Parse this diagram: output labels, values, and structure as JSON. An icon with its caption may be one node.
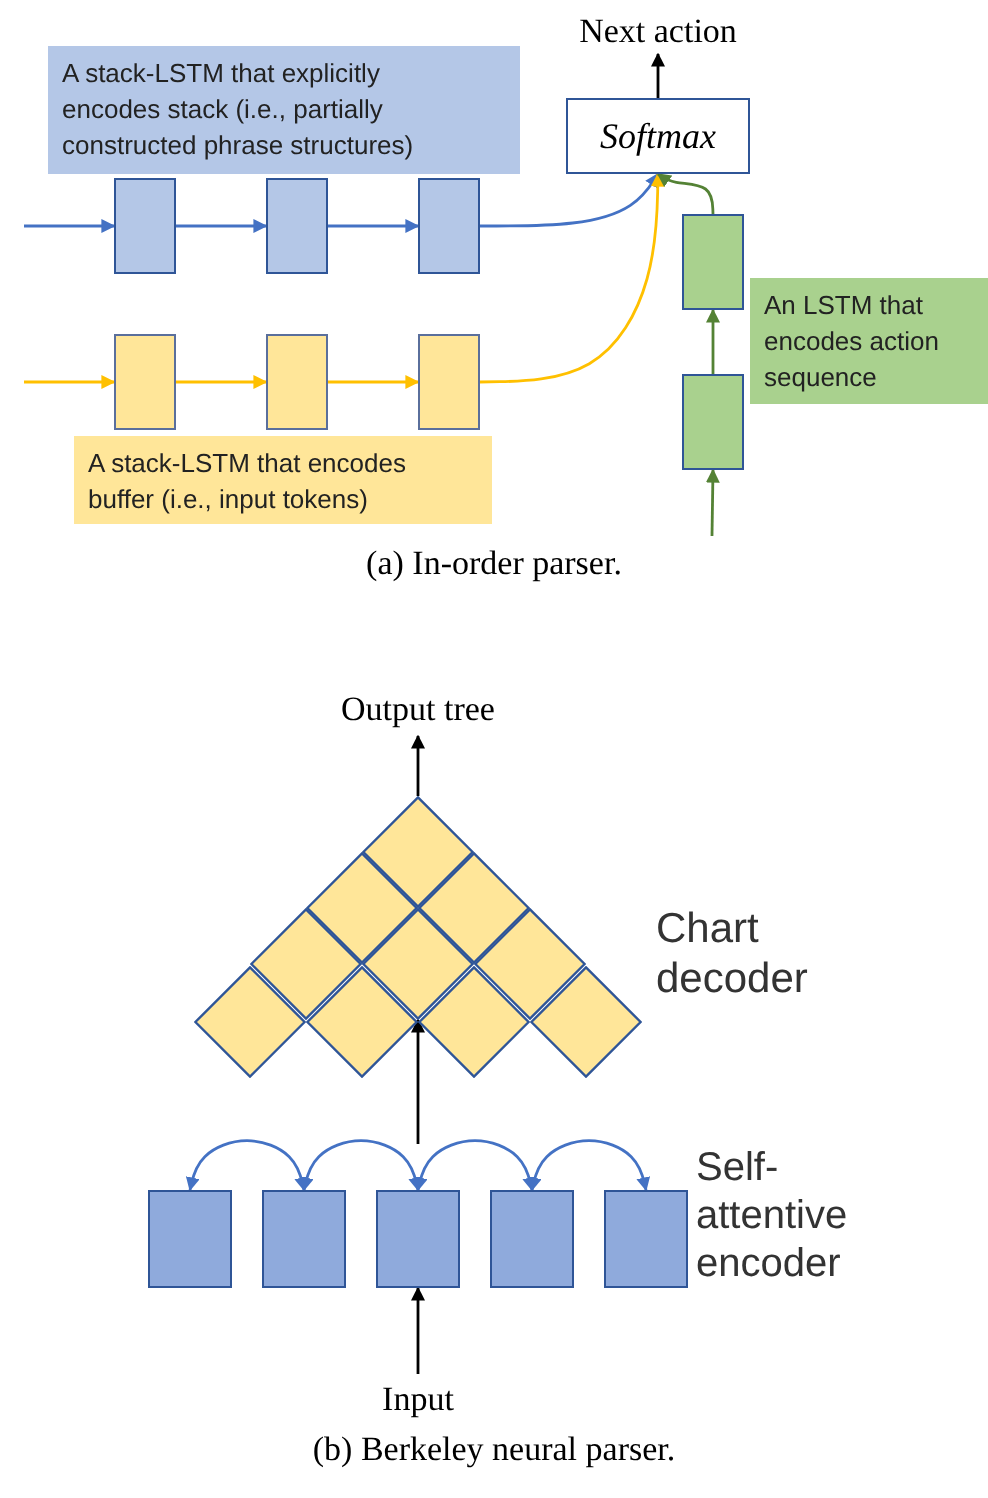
{
  "diagram": {
    "nodes": [
      {
        "text": [
          "Next action"
        ]
      },
      {
        "text": [
          "A stack-LSTM that explicitly encodes stack (i.e., partially constructed phrase structures)"
        ]
      },
      {
        "text": [
          "Softmax"
        ]
      },
      {
        "text": [],
        "shape": "box"
      },
      {
        "text": [],
        "shape": "box"
      },
      {
        "text": [],
        "shape": "box"
      },
      {
        "text": [],
        "shape": "box"
      },
      {
        "text": [
          "An LSTM that encodes action sequence"
        ]
      },
      {
        "text": [],
        "shape": "box"
      },
      {
        "text": [],
        "shape": "box"
      },
      {
        "text": [],
        "shape": "box"
      },
      {
        "text": [],
        "shape": "box"
      },
      {
        "text": [
          "A stack-LSTM that encodes buffer (i.e., input tokens)"
        ]
      },
      {
        "text": [
          "Output tree"
        ]
      },
      {
        "text": [],
        "shape": "diamond"
      },
      {
        "text": [],
        "shape": "diamond"
      },
      {
        "text": [],
        "shape": "diamond"
      },
      {
        "text": [],
        "shape": "diamond"
      },
      {
        "text": [],
        "shape": "diamond"
      },
      {
        "text": [],
        "shape": "diamond"
      },
      {
        "text": [],
        "shape": "diamond"
      },
      {
        "text": [],
        "shape": "diamond"
      },
      {
        "text": [],
        "shape": "diamond"
      },
      {
        "text": [],
        "shape": "diamond"
      },
      {
        "text": [],
        "shape": "box"
      },
      {
        "text": [],
        "shape": "box"
      },
      {
        "text": [],
        "shape": "box"
      },
      {
        "text": [],
        "shape": "box"
      },
      {
        "text": [],
        "shape": "box"
      },
      {
        "text": [
          "Input"
        ]
      }
    ],
    "edges": [
      {
        "from": null,
        "to": 3,
        "arrow": "to"
      },
      {
        "from": 3,
        "to": 4,
        "arrow": "to"
      },
      {
        "from": 4,
        "to": 5,
        "arrow": "to"
      },
      {
        "from": 5,
        "to": 2,
        "arrow": "to"
      },
      {
        "from": null,
        "to": 8,
        "arrow": "to",
        "color": "#ffc000"
      },
      {
        "from": 8,
        "to": 9,
        "arrow": "to",
        "color": "#ffc000"
      },
      {
        "from": 9,
        "to": 10,
        "arrow": "to",
        "color": "#ffc000"
      },
      {
        "from": 10,
        "to": 2,
        "arrow": "to",
        "color": "#ffc000"
      },
      {
        "from": 6,
        "to": 2,
        "arrow": "to",
        "color": "#548235"
      },
      {
        "from": 11,
        "to": 6,
        "arrow": "to",
        "color": "#548235"
      },
      {
        "from": null,
        "to": 11,
        "arrow": "to",
        "color": "#548235"
      },
      {
        "from": 2,
        "to": 0,
        "arrow": "to",
        "color": "#000000"
      },
      {
        "from": 14,
        "to": 13,
        "arrow": "to",
        "color": "#000000"
      },
      {
        "from": null,
        "to": 18,
        "arrow": "to",
        "color": "#000000"
      },
      {
        "from": 29,
        "to": 26,
        "arrow": "to",
        "color": "#000000"
      },
      {
        "from": 24,
        "to": 25,
        "arrow": "both"
      },
      {
        "from": 25,
        "to": 26,
        "arrow": "both"
      },
      {
        "from": 26,
        "to": 27,
        "arrow": "both"
      },
      {
        "from": 27,
        "to": 28,
        "arrow": "both"
      }
    ],
    "labels": [
      "(a) In-order parser.",
      "Chart decoder",
      "Self-attentive encoder",
      "(b) Berkeley neural parser."
    ]
  }
}
